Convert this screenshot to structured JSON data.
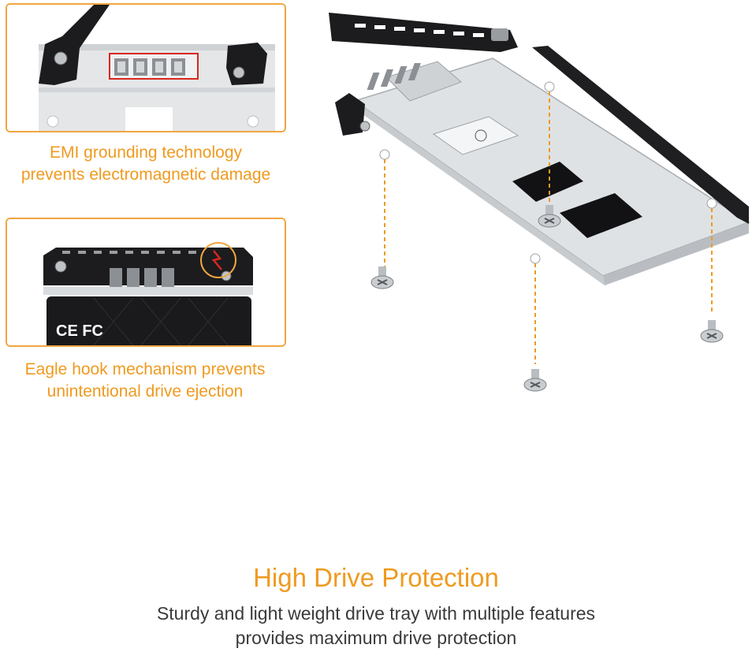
{
  "features": [
    {
      "caption_line1": "EMI grounding technology",
      "caption_line2": "prevents electromagnetic damage"
    },
    {
      "caption_line1": "Eagle hook mechanism prevents",
      "caption_line2": "unintentional drive ejection"
    }
  ],
  "drive_label": {
    "ce_mark": "CE FC"
  },
  "main": {
    "title": "High Drive Protection",
    "description_line1": "Sturdy and light weight drive tray with multiple features",
    "description_line2": "provides maximum drive protection"
  },
  "colors": {
    "accent": "#ef9a1f",
    "border": "#f0a640",
    "text": "#3a3a3a",
    "highlight_red": "#d9271e"
  }
}
